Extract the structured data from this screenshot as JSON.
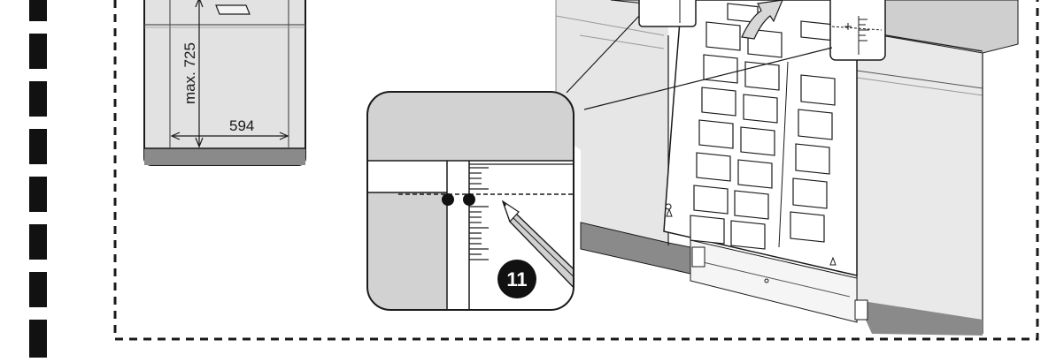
{
  "cabinet": {
    "height_label": "max. 725",
    "width_label": "594"
  },
  "step": {
    "number": "11"
  },
  "colors": {
    "line": "#1a1a1a",
    "panel": "#d2d2d2",
    "panel_light": "#e6e6e6",
    "dark_floor": "#8a8a8a",
    "step_badge": "#111111"
  }
}
